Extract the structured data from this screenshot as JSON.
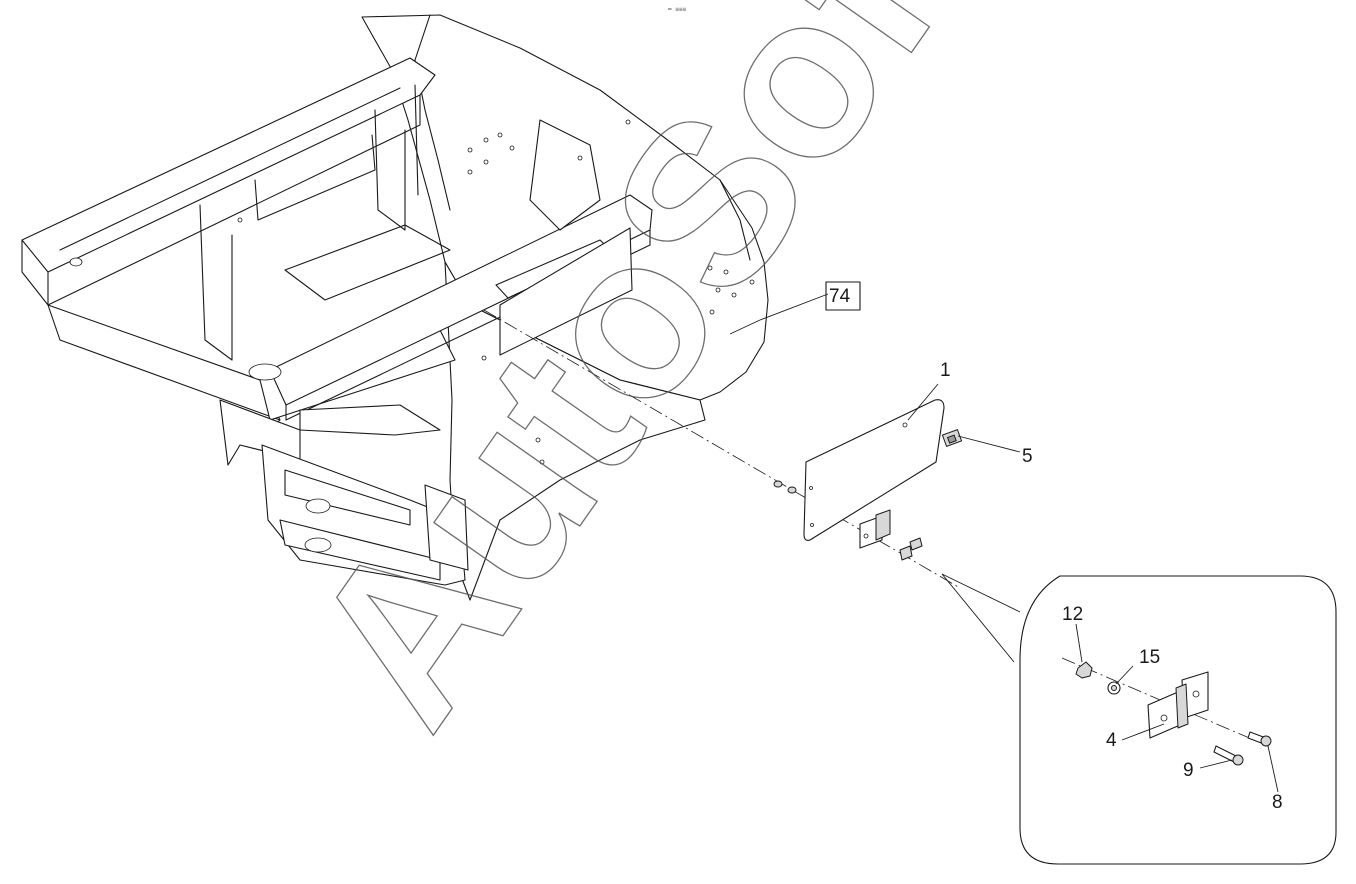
{
  "top_mark": "═ ≡≡≡",
  "watermark": "AutoSoft",
  "callouts": {
    "c74": "74",
    "c1": "1",
    "c5": "5",
    "c12": "12",
    "c15": "15",
    "c4": "4",
    "c9": "9",
    "c8": "8"
  }
}
